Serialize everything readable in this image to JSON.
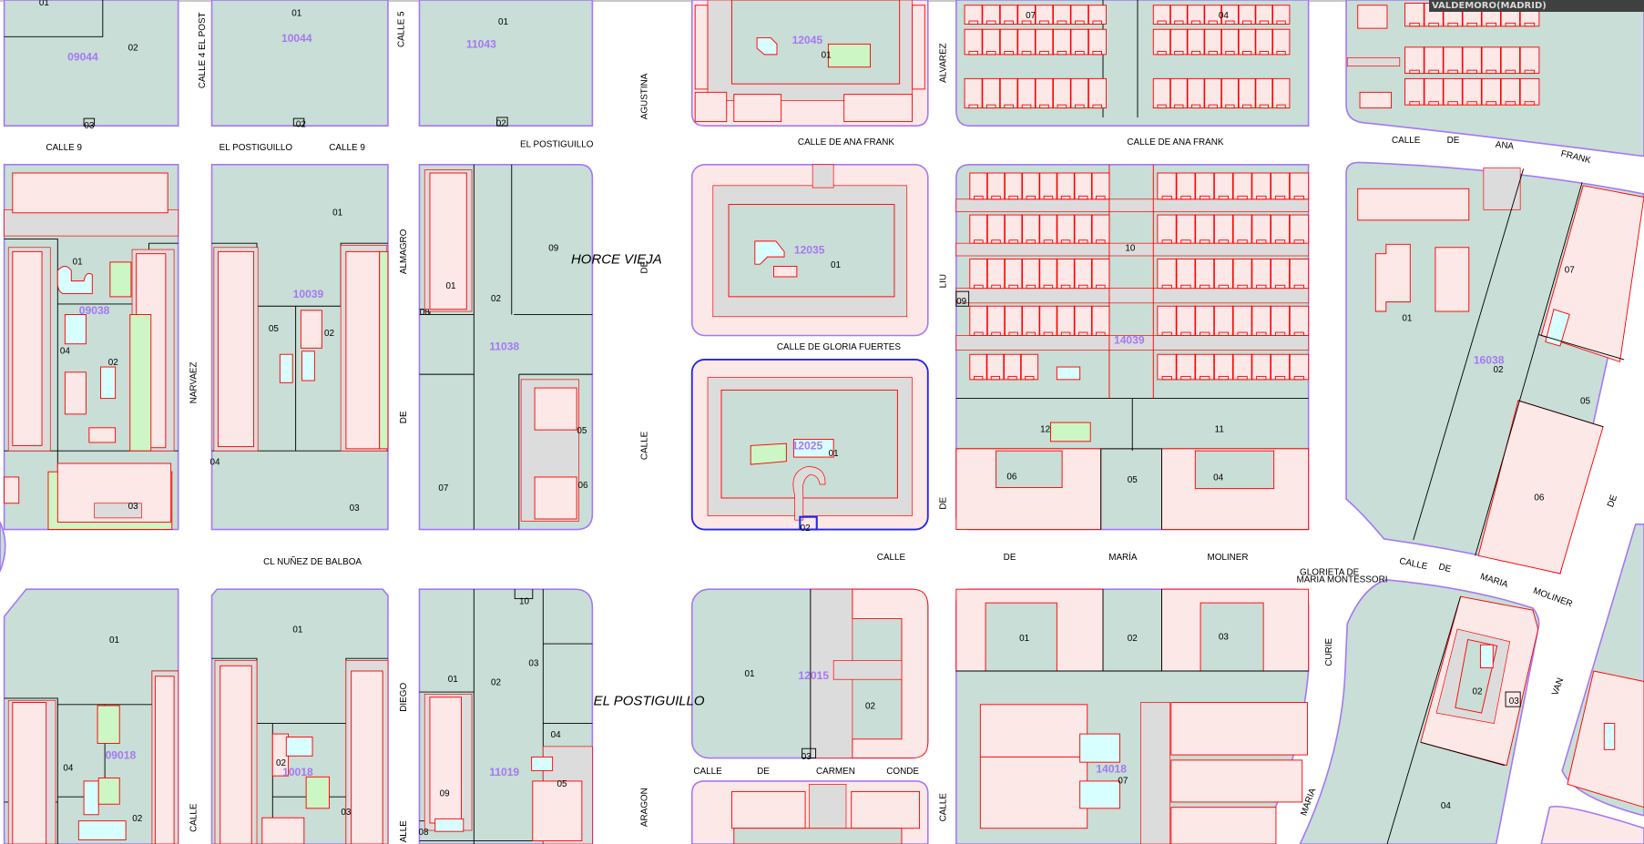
{
  "header": {
    "municipality": "VALDEMORO(MADRID)"
  },
  "colors": {
    "parcel": "#c8ded6",
    "block_border": "#a678f4",
    "building": "#fde8e8",
    "building_line": "#ff0000",
    "selected": "#2424f0",
    "block_label": "#a678f4"
  },
  "streets": [
    "CALLE 9",
    "EL POSTIGUILLO",
    "CALLE 9",
    "EL POSTIGUILLO",
    "CALLE DE ANA FRANK",
    "CALLE DE ANA FRANK",
    "CALLE",
    "DE",
    "ANA",
    "FRANK",
    "CALLE  4  EL  POST",
    "CALLE 5",
    "AGUSTINA",
    "ALVAREZ",
    "HORCE VIEJA",
    "DE",
    "NARVAEZ",
    "ALMAGRO",
    "DE",
    "CALLE",
    "CALLE DE GLORIA FUERTES",
    "LIU",
    "DE",
    "CL NUÑEZ DE BALBOA",
    "CALLE",
    "DE",
    "MARÍA",
    "MOLINER",
    "GLORIETA DE",
    "MARIA MONTESSORI",
    "CALLE",
    "DE",
    "MARIA",
    "MOLINER",
    "EL POSTIGUILLO",
    "DIEGO",
    "CALLE",
    "ALLE",
    "CALLE",
    "DE",
    "CARMEN",
    "CONDE",
    "ARAGON",
    "CALLE",
    "CURIE",
    "MARIA",
    "VAN",
    "DE"
  ],
  "blocks": [
    {
      "id": "09044",
      "parcels": [
        "01",
        "02",
        "03"
      ]
    },
    {
      "id": "10044",
      "parcels": [
        "01",
        "02"
      ]
    },
    {
      "id": "11043",
      "parcels": [
        "01",
        "02"
      ]
    },
    {
      "id": "12045",
      "parcels": [
        "01"
      ]
    },
    {
      "parcels": [
        "07",
        "04"
      ]
    },
    {
      "id": "09038",
      "parcels": [
        "01",
        "04",
        "02",
        "03"
      ]
    },
    {
      "id": "10039",
      "parcels": [
        "01",
        "05",
        "02",
        "04",
        "03"
      ]
    },
    {
      "id": "11038",
      "parcels": [
        "09",
        "01",
        "02",
        "08",
        "07",
        "05",
        "06"
      ]
    },
    {
      "id": "12035",
      "parcels": [
        "01"
      ]
    },
    {
      "id": "12025",
      "parcels": [
        "01",
        "02"
      ]
    },
    {
      "id": "14039",
      "parcels": [
        "10",
        "09",
        "12",
        "11",
        "06",
        "05",
        "04"
      ]
    },
    {
      "id": "16038",
      "parcels": [
        "07",
        "01",
        "02",
        "05",
        "06"
      ]
    },
    {
      "id": "09018",
      "parcels": [
        "01",
        "04",
        "02"
      ]
    },
    {
      "id": "10018",
      "parcels": [
        "01",
        "02",
        "03"
      ]
    },
    {
      "id": "11019",
      "parcels": [
        "10",
        "03",
        "01",
        "02",
        "04",
        "05",
        "09",
        "08"
      ]
    },
    {
      "id": "12015",
      "parcels": [
        "01",
        "02",
        "03"
      ]
    },
    {
      "id": "14018",
      "parcels": [
        "01",
        "02",
        "03",
        "07"
      ]
    },
    {
      "parcels": [
        "02",
        "03",
        "04"
      ]
    }
  ]
}
